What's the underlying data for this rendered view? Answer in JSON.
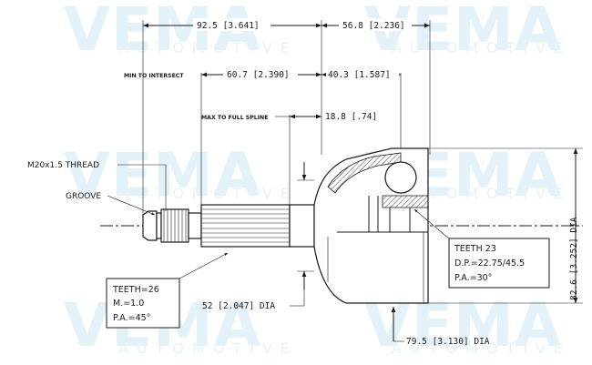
{
  "watermark": {
    "brand": "VEMA",
    "subtitle": "AUTOMOTIVE"
  },
  "dimensions": {
    "overall_left": "92.5 [3.641]",
    "overall_right": "56.8 [2.236]",
    "min_to_intersect_label": "MIN TO INTERSECT",
    "min_to_intersect": "60.7 [2.390]",
    "intersect_right": "40.3 [1.587]",
    "max_full_spline_label": "MAX TO FULL SPLINE",
    "max_full_spline": "18.8 [.74]",
    "shaft_dia": "52 [2.047] DIA",
    "body_dia": "79.5 [3.130] DIA",
    "outer_dia": "82.6 [3.252] DIA"
  },
  "labels": {
    "thread": "M20x1.5 THREAD",
    "groove": "GROOVE"
  },
  "spline_box_left": {
    "line1": "TEETH=26",
    "line2": "M.=1.0",
    "line3": "P.A.=45°"
  },
  "spline_box_right": {
    "line1": "TEETH 23",
    "line2": "D.P.=22.75/45.5",
    "line3": "P.A.=30°"
  },
  "colors": {
    "line": "#1a1a1a",
    "watermark": "#e3f1f8"
  }
}
